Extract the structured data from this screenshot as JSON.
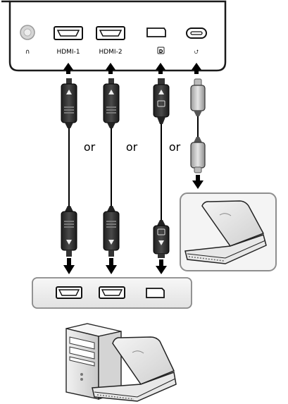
{
  "monitor_ports": {
    "headphone_label": "∩",
    "hdmi1_label": "HDMI-1",
    "hdmi2_label": "HDMI-2",
    "displayport_label": "D",
    "usbc_label": "⮍"
  },
  "cables": {
    "or_labels": [
      "or",
      "or",
      "or"
    ]
  }
}
